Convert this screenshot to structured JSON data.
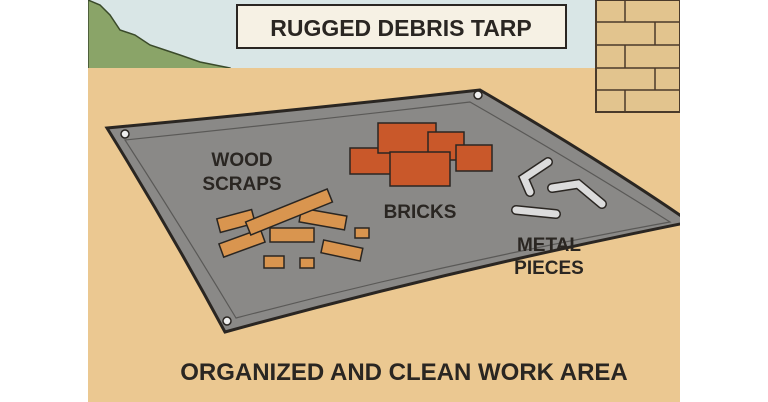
{
  "title": "RUGGED DEBRIS TARP",
  "labels": {
    "wood_line1": "WOOD",
    "wood_line2": "SCRAPS",
    "bricks": "BRICKS",
    "metal_line1": "METAL",
    "metal_line2": "PIECES"
  },
  "caption": "ORGANIZED AND CLEAN WORK AREA",
  "colors": {
    "sky": "#d9e6e6",
    "ground": "#ebc891",
    "tarp": "#8a8987",
    "brick": "#c9582a",
    "wood": "#d9954f",
    "metal": "#dcdcdc",
    "wall": "#e2c48e"
  }
}
